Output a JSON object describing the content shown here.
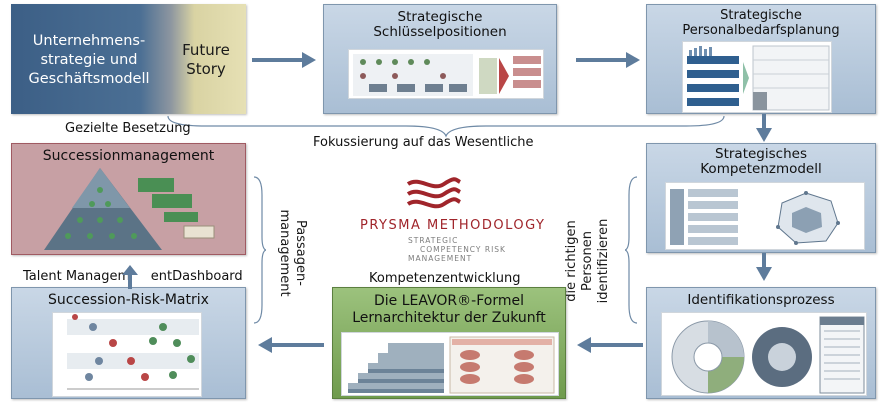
{
  "strategy_box": {
    "left_text": "Unternehmens-\nstrategie und\nGeschäftsmodell",
    "right_text": "Future\nStory"
  },
  "key_positions": {
    "title": "Strategische\nSchlüsselpositionen"
  },
  "workforce_planning": {
    "title": "Strategische\nPersonalbedarfsplanung"
  },
  "competency_model": {
    "title": "Strategisches\nKompetenzmodell"
  },
  "identification": {
    "title": "Identifikationsprozess"
  },
  "leavor": {
    "title": "Die LEAVOR®-Formel\nLernarchitektur der Zukunft",
    "caption": "Kompetenzentwicklung"
  },
  "succession_risk_matrix": {
    "title": "Succession-Risk-Matrix",
    "caption": "Talent Managem     entDashboard"
  },
  "succession_management": {
    "title": "Successionmanagement",
    "caption": "Gezielte Besetzung"
  },
  "labels": {
    "focus": "Fokussierung auf das Wesentliche",
    "passage": "Passagen-\nmanagement",
    "identify": "die richtigen\nPersonen identifizieren"
  },
  "logo": {
    "name": "PRYSMA METHODOLOGY",
    "sub1": "STRATEGIC",
    "sub2": "COMPETENCY RISK",
    "sub3": "MANAGEMENT"
  },
  "colors": {
    "arrow": "#5e7c9c",
    "box_blue": "#b8cadd",
    "succession_red": "#c7a0a4",
    "leavor_green": "#7faa5c",
    "logo_red": "#a0252b"
  }
}
